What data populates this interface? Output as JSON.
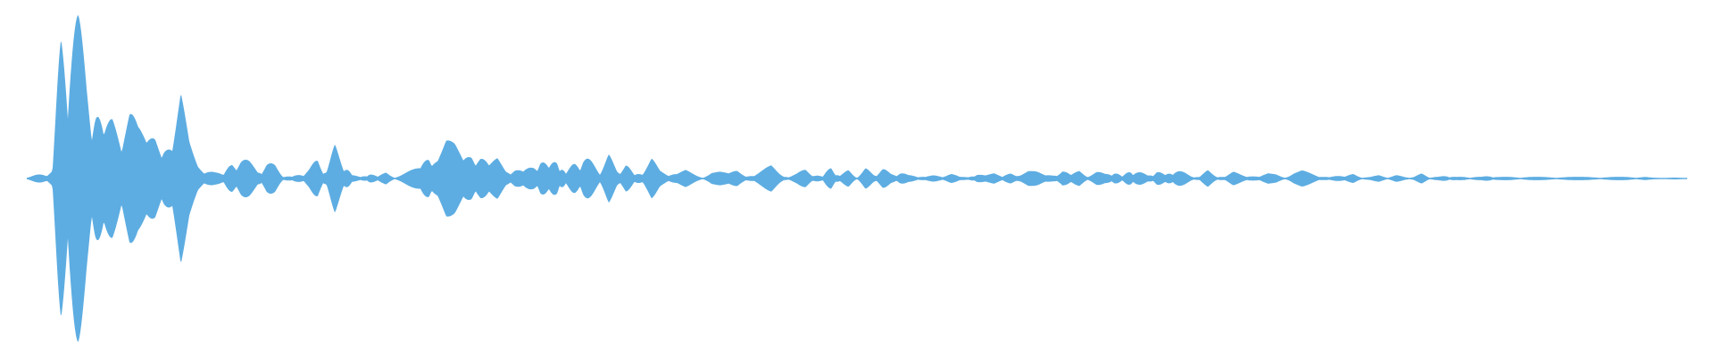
{
  "waveform": {
    "color": "#5DADE2",
    "samples_per_second": 11,
    "envelope": [
      0.01,
      0.02,
      0.03,
      0.05,
      0.9,
      1.0,
      0.95,
      0.7,
      0.55,
      0.25,
      0.4,
      0.42,
      0.48,
      0.3,
      0.22,
      0.35,
      0.33,
      0.2,
      0.5,
      0.22,
      0.1,
      0.07,
      0.04,
      0.02,
      0.12,
      0.14,
      0.1,
      0.05,
      0.1,
      0.08,
      0.02,
      0.01,
      0.03,
      0.06,
      0.12,
      0.05,
      0.2,
      0.12,
      0.02,
      0.01,
      0.04,
      0.01,
      0.04,
      0.01,
      0.03,
      0.05,
      0.07,
      0.22,
      0.16,
      0.24,
      0.2,
      0.12,
      0.22,
      0.19,
      0.08,
      0.12,
      0.06,
      0.07,
      0.04,
      0.08,
      0.14,
      0.06,
      0.15,
      0.03,
      0.1,
      0.14,
      0.1,
      0.06,
      0.14,
      0.06,
      0.09,
      0.02,
      0.06,
      0.12,
      0.05,
      0.04,
      0.03,
      0.05,
      0.03,
      0.01,
      0.04,
      0.04,
      0.03,
      0.06,
      0.03,
      0.02,
      0.05,
      0.08,
      0.04,
      0.01,
      0.03,
      0.06,
      0.03,
      0.01,
      0.08,
      0.02,
      0.05,
      0.01,
      0.06,
      0.03,
      0.06,
      0.03,
      0.04,
      0.02,
      0.02,
      0.01,
      0.02,
      0.02,
      0.03,
      0.01,
      0.01,
      0.04,
      0.02,
      0.03,
      0.01,
      0.05,
      0.03,
      0.05,
      0.04,
      0.02,
      0.03,
      0.06,
      0.02,
      0.05,
      0.02,
      0.04,
      0.03,
      0.05,
      0.01,
      0.06,
      0.04,
      0.02,
      0.05,
      0.02,
      0.06,
      0.04,
      0.02,
      0.01,
      0.05,
      0.02,
      0.01,
      0.04,
      0.03,
      0.02,
      0.01,
      0.03,
      0.03,
      0.01,
      0.04,
      0.05,
      0.03,
      0.01,
      0.02,
      0.02,
      0.01,
      0.03,
      0.01,
      0.01,
      0.02,
      0.01,
      0.02,
      0.01,
      0.01,
      0.03,
      0.01,
      0.01,
      0.02,
      0.01,
      0.01,
      0.01,
      0.01,
      0.02,
      0.01,
      0.01,
      0.01,
      0.01,
      0.01,
      0.01,
      0.01,
      0.01,
      0.01,
      0.01,
      0.01,
      0.01,
      0.01,
      0.01,
      0.01,
      0.01,
      0.01,
      0.01,
      0.005,
      0.005,
      0.005,
      0.005,
      0.005
    ]
  }
}
